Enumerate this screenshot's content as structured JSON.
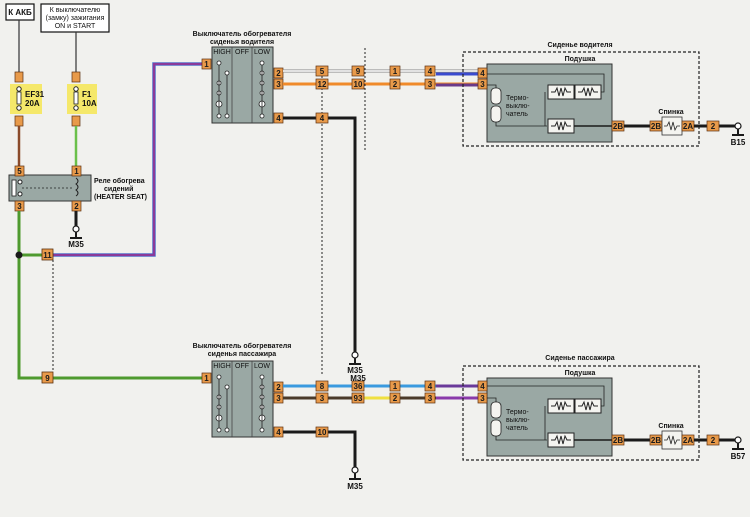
{
  "sources": {
    "battery": "К АКБ",
    "ignition_line1": "К выключателю",
    "ignition_line2": "(замку) зажигания",
    "ignition_line3": "ON и START"
  },
  "fuses": [
    {
      "name": "EF31",
      "rating": "20A"
    },
    {
      "name": "F1",
      "rating": "10A"
    }
  ],
  "relay": {
    "line1": "Реле обогрева",
    "line2": "сидений",
    "line3": "(HEATER SEAT)",
    "pins": [
      "5",
      "1",
      "3",
      "2"
    ],
    "ground": "M35"
  },
  "junctions": {
    "upper": "11",
    "lower": "9"
  },
  "driver_switch": {
    "line1": "Выключатель обогревателя",
    "line2": "сиденья водителя",
    "modes": [
      "HIGH",
      "OFF",
      "LOW"
    ],
    "pins": [
      "1",
      "2",
      "3",
      "4"
    ]
  },
  "passenger_switch": {
    "line1": "Выключатель обогревателя",
    "line2": "сиденья пассажира",
    "modes": [
      "HIGH",
      "OFF",
      "LOW"
    ],
    "pins": [
      "1",
      "2",
      "3",
      "4"
    ]
  },
  "driver_connectors": {
    "row1": [
      "5",
      "9",
      "1",
      "4",
      "4"
    ],
    "row2": [
      "12",
      "10",
      "2",
      "3",
      "3"
    ],
    "ground_pin": "4",
    "ground": "M35"
  },
  "passenger_connectors": {
    "row1": [
      "8",
      "36",
      "1",
      "4",
      "4"
    ],
    "row2": [
      "3",
      "93",
      "2",
      "3",
      "3"
    ],
    "ground_pin": "10",
    "ground_top": "M35",
    "ground": "M35"
  },
  "driver_seat": {
    "title": "Сиденье водителя",
    "cushion": "Подушка",
    "thermo1": "Термо-",
    "thermo2": "выклю-",
    "thermo3": "чатель",
    "back": "Спинка",
    "pins": [
      "2B",
      "2B",
      "2A",
      "2"
    ],
    "ground": "B15"
  },
  "passenger_seat": {
    "title": "Сиденье пассажира",
    "cushion": "Подушка",
    "thermo1": "Термо-",
    "thermo2": "выклю-",
    "thermo3": "чатель",
    "back": "Спинка",
    "pins": [
      "2B",
      "2B",
      "2A",
      "2"
    ],
    "ground": "B57"
  },
  "colors": {
    "connector": "#e89a4a",
    "wire_green": "#4e9a2e",
    "wire_brown": "#8a4a2a",
    "wire_purple": "#8a3a9a",
    "wire_blue": "#3a8adf",
    "wire_orange": "#f08a2a",
    "wire_black": "#1a1a1a",
    "fuse_highlight": "#f5e86a",
    "component_fill": "#9aa8a4"
  }
}
